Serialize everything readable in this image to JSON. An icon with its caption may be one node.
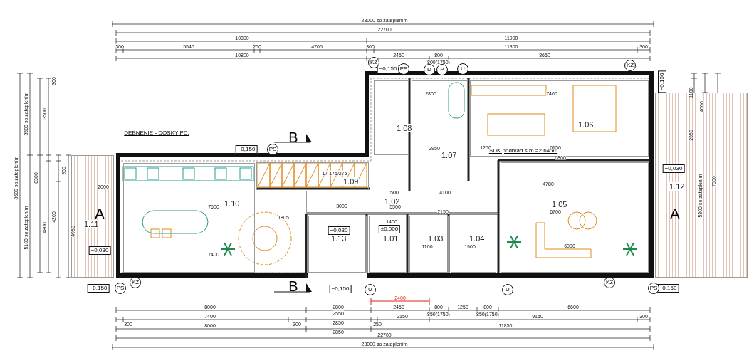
{
  "diagram": {
    "nodes": [
      {
        "text": [
          "1.08"
        ]
      },
      {
        "text": [
          "1.07"
        ]
      },
      {
        "text": [
          "1.06"
        ]
      },
      {
        "text": [
          "1.11"
        ]
      },
      {
        "text": [
          "1.10"
        ]
      },
      {
        "text": [
          "1.09"
        ]
      },
      {
        "text": [
          "1.12"
        ]
      },
      {
        "text": [
          "1.02"
        ]
      },
      {
        "text": [
          "1.05"
        ]
      },
      {
        "text": [
          "1.13"
        ]
      },
      {
        "text": [
          "1.01"
        ]
      },
      {
        "text": [
          "1.03"
        ]
      },
      {
        "text": [
          "1.04"
        ]
      }
    ],
    "labels": [
      "23000 so zateplením",
      "22700",
      "10800",
      "11900",
      "300",
      "5545",
      "250",
      "4705",
      "300",
      "11300",
      "300",
      "10800",
      "2450",
      "800",
      "8650",
      "800(1750)",
      "8000",
      "2800",
      "2450",
      "800",
      "1250",
      "800",
      "6600",
      "2550",
      "850(1750)",
      "850(1750)",
      "300",
      "7400",
      "300",
      "2850",
      "250",
      "2150",
      "9150",
      "300",
      "8000",
      "2850",
      "11850",
      "22700",
      "23000 so zateplením",
      "2400",
      "8600 so zateplením",
      "3500 so zateplením",
      "5100 so zateplením",
      "8300",
      "3500",
      "4800",
      "300",
      "4200",
      "950",
      "4950",
      "1100",
      "4000",
      "2350",
      "7600",
      "5300 so zateplením",
      "−0,150",
      "−0,150",
      "−0,150",
      "−0,030",
      "−0,030",
      "±0,000",
      "−0,030",
      "−0,150",
      "−0,150",
      "−0,150",
      "B",
      "B",
      "A",
      "A",
      "DEBNENIE - DOSKY PD.",
      "SDK podhľad š.m.=2,645m",
      "17 175/275",
      "2800",
      "7400",
      "2950",
      "1250",
      "6150",
      "6800",
      "4780",
      "2000",
      "1500",
      "4100",
      "7600",
      "3000",
      "5500",
      "2150",
      "6700",
      "1805",
      "1400",
      "1100",
      "1900",
      "6000",
      "7400",
      "PS",
      "PS",
      "PS",
      "PS",
      "D",
      "P",
      "U",
      "U",
      "U",
      "KZ",
      "KZ",
      "KZ",
      "KZ"
    ]
  }
}
